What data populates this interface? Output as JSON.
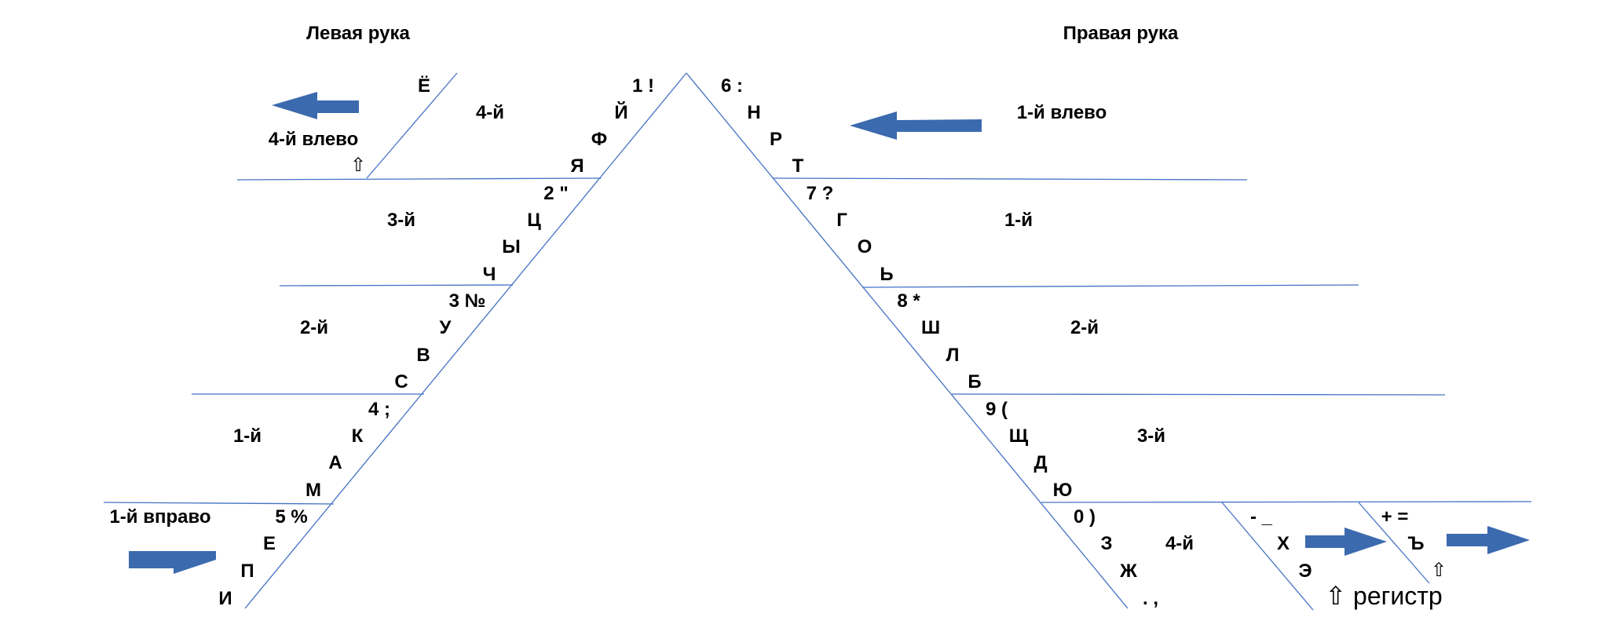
{
  "headers": {
    "left_hand": "Левая рука",
    "right_hand": "Правая рука"
  },
  "colors": {
    "line": "#4472C4",
    "arrow": "#3B6AAE",
    "text": "#000000"
  },
  "left": {
    "finger4_label": "4-й",
    "finger4_shift": "4-й влево",
    "shift_key_1": "⇧",
    "finger3_label": "3-й",
    "finger2_label": "2-й",
    "finger1_label": "1-й",
    "finger1_shift": "1-й вправо",
    "keys": {
      "yo": "Ё",
      "n1": "1 !",
      "y": "Й",
      "f": "Ф",
      "ya": "Я",
      "n2": "2 \"",
      "ts": "Ц",
      "yi": "Ы",
      "ch": "Ч",
      "n3": "3 №",
      "u": "У",
      "v": "В",
      "s": "С",
      "n4": "4 ;",
      "k": "К",
      "a": "А",
      "m": "М",
      "n5": "5 %",
      "e": "Е",
      "p": "П",
      "i": "И"
    }
  },
  "right": {
    "finger1_shift": "1-й влево",
    "finger1_label": "1-й",
    "finger2_label": "2-й",
    "finger3_label": "3-й",
    "finger4_label": "4-й",
    "shift_key_2": "⇧",
    "shift_label": "⇧ регистр",
    "keys": {
      "n6": "6 :",
      "n": "Н",
      "r": "Р",
      "t": "Т",
      "n7": "7 ?",
      "g": "Г",
      "o": "О",
      "soft": "Ь",
      "n8": "8 *",
      "sh": "Ш",
      "l": "Л",
      "b": "Б",
      "n9": "9 (",
      "shch": "Щ",
      "d": "Д",
      "yu": "Ю",
      "n0": "0 )",
      "z": "З",
      "zh": "Ж",
      "dot": ". ,",
      "minus": "- _",
      "h": "Х",
      "ee": "Э",
      "plus": "+ =",
      "hard": "Ъ"
    }
  }
}
